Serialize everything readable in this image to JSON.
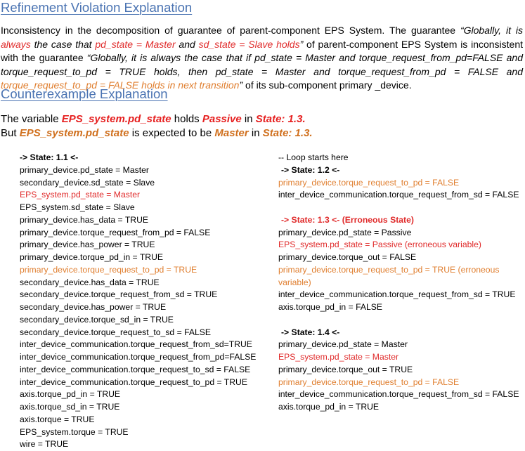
{
  "headings": {
    "refinement": "Refinement Violation Explanation",
    "counterexample": "Counterexample Explanation"
  },
  "paragraph": {
    "p1": "Inconsistency in the decomposition of guarantee of parent-component EPS System. The guarantee ",
    "q1a": "“Globally, it is ",
    "q1b": "always",
    "q1c": " the case that ",
    "q1d": "pd_state = Master",
    "q1e": " and ",
    "q1f": "sd_state = Slave",
    "q1g": " ",
    "q1h": "holds",
    "q1i": "”",
    "p2": " of parent-component EPS System is inconsistent with the guarantee ",
    "q2a": "“Globally, it is always the case that if pd_state = Master and torque_request_from_pd=FALSE and torque_request_to_pd = TRUE holds, then pd_state = Master and torque_request_from_pd = FALSE and ",
    "q2b": "torque_request_to_pd = FALSE holds in next transition",
    "q2c": "”",
    "p3": " of its sub-component primary _device."
  },
  "statements": {
    "s1_a": "The variable ",
    "s1_var": "EPS_system.pd_state",
    "s1_b": " holds ",
    "s1_val": "Passive",
    "s1_c": " in ",
    "s1_state": "State: 1.3.",
    "s2_a": "But ",
    "s2_var": "EPS_system.pd_state",
    "s2_b": " is expected to be ",
    "s2_val": "Master",
    "s2_c": " in ",
    "s2_state": "State: 1.3."
  },
  "trace_left": [
    "-> State: 1.1 <-",
    "primary_device.pd_state = Master",
    "secondary_device.sd_state = Slave",
    "EPS_system.pd_state = Master",
    "EPS_system.sd_state = Slave",
    "primary_device.has_data = TRUE",
    "primary_device.torque_request_from_pd = FALSE",
    "primary_device.has_power = TRUE",
    "primary_device.torque_pd_in = TRUE",
    "primary_device.torque_request_to_pd = TRUE",
    "secondary_device.has_data = TRUE",
    "secondary_device.torque_request_from_sd = TRUE",
    "secondary_device.has_power = TRUE",
    "secondary_device.torque_sd_in = TRUE",
    "secondary_device.torque_request_to_sd = FALSE",
    "inter_device_communication.torque_request_from_sd=TRUE",
    "inter_device_communication.torque_request_from_pd=FALSE",
    "inter_device_communication.torque_request_to_sd = FALSE",
    "inter_device_communication.torque_request_to_pd = TRUE",
    "axis.torque_pd_in = TRUE",
    "axis.torque_sd_in = TRUE",
    "axis.torque = TRUE",
    "EPS_system.torque = TRUE",
    "wire = TRUE"
  ],
  "trace_right": {
    "loop": "-- Loop starts here",
    "s12": "-> State: 1.2 <-",
    "s12_1": "primary_device.torque_request_to_pd = FALSE",
    "s12_2": "inter_device_communication.torque_request_from_sd = FALSE",
    "s13": "-> State: 1.3 <- (Erroneous State)",
    "s13_1": "primary_device.pd_state = Passive",
    "s13_2": "EPS_system.pd_state = Passive (erroneous variable)",
    "s13_3": "primary_device.torque_out = FALSE",
    "s13_4": "primary_device.torque_request_to_pd = TRUE (erroneous variable)",
    "s13_5": "inter_device_communication.torque_request_from_sd = TRUE",
    "s13_6": "axis.torque_pd_in = FALSE",
    "s14": "-> State: 1.4 <-",
    "s14_1": "primary_device.pd_state = Master",
    "s14_2": "EPS_system.pd_state = Master",
    "s14_3": "primary_device.torque_out = TRUE",
    "s14_4": "primary_device.torque_request_to_pd = FALSE",
    "s14_5": "inter_device_communication.torque_request_from_sd = FALSE",
    "s14_6": "axis.torque_pd_in = TRUE"
  },
  "colors": {
    "heading": "#4a73b2",
    "violation_red": "#e02a2a",
    "expected_orange": "#e07f30"
  }
}
